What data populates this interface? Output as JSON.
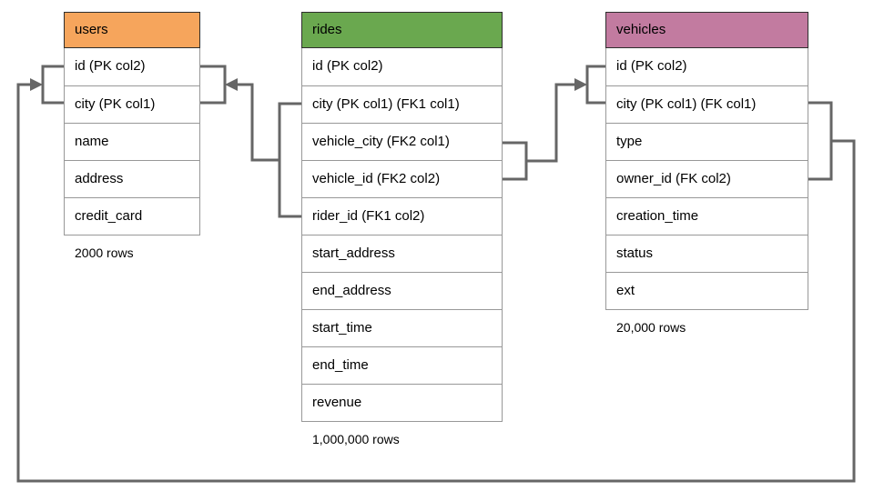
{
  "tables": [
    {
      "name": "users",
      "header_color": "#f6a55c",
      "columns": [
        "id (PK col2)",
        "city (PK col1)",
        "name",
        "address",
        "credit_card"
      ],
      "row_count": "2000 rows"
    },
    {
      "name": "rides",
      "header_color": "#6aa84f",
      "columns": [
        "id (PK col2)",
        "city (PK col1) (FK1 col1)",
        "vehicle_city (FK2 col1)",
        "vehicle_id (FK2 col2)",
        "rider_id (FK1 col2)",
        "start_address",
        "end_address",
        "start_time",
        "end_time",
        "revenue"
      ],
      "row_count": "1,000,000 rows"
    },
    {
      "name": "vehicles",
      "header_color": "#c27ba0",
      "columns": [
        "id (PK col2)",
        "city (PK col1) (FK col1)",
        "type",
        "owner_id (FK col2)",
        "creation_time",
        "status",
        "ext"
      ],
      "row_count": "20,000 rows"
    }
  ],
  "connectors": {
    "line_color": "#666666",
    "relationships": [
      {
        "name": "FK1",
        "from_table": "rides",
        "from_columns": [
          "city",
          "rider_id"
        ],
        "to_table": "users",
        "to_columns": [
          "id",
          "city"
        ]
      },
      {
        "name": "FK2",
        "from_table": "rides",
        "from_columns": [
          "vehicle_city",
          "vehicle_id"
        ],
        "to_table": "vehicles",
        "to_columns": [
          "id",
          "city"
        ]
      },
      {
        "name": "FK",
        "from_table": "vehicles",
        "from_columns": [
          "city",
          "owner_id"
        ],
        "to_table": "users",
        "to_columns": [
          "id",
          "city"
        ]
      }
    ]
  }
}
